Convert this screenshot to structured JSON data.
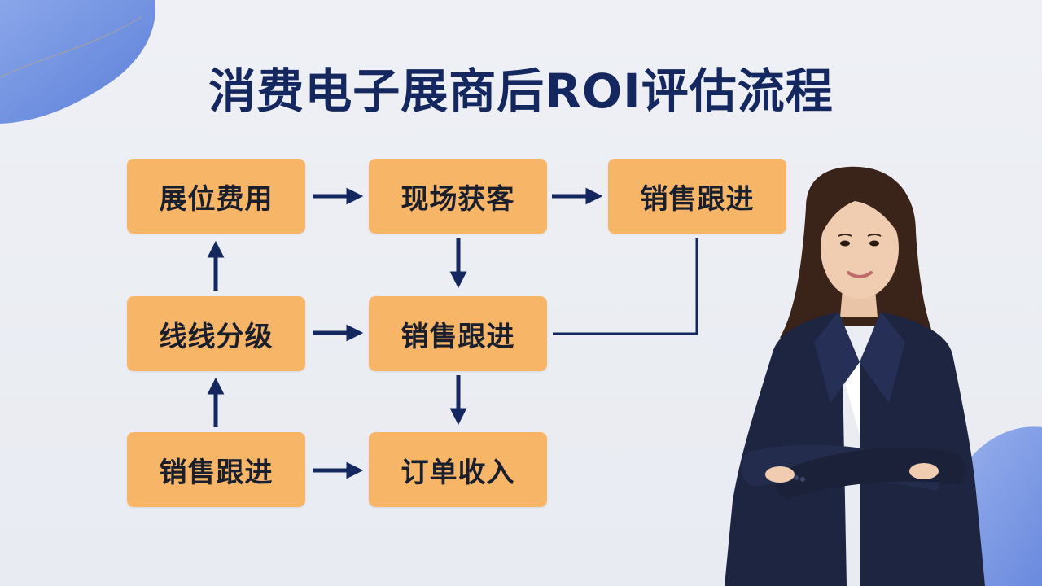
{
  "title": "消费电子展商后ROI评估流程",
  "colors": {
    "node_fill": "#f7b568",
    "arrow": "#14285f",
    "title": "#14285f",
    "background": "#eceef3",
    "blob": "#6f8fe0"
  },
  "nodes": {
    "booth_cost": "展位费用",
    "onsite_leads": "现场获客",
    "sales_followup_top": "销售跟进",
    "lead_grading": "线线分级",
    "sales_followup_mid": "销售跟进",
    "sales_followup_bottom": "销售跟进",
    "order_revenue": "订单收入"
  }
}
